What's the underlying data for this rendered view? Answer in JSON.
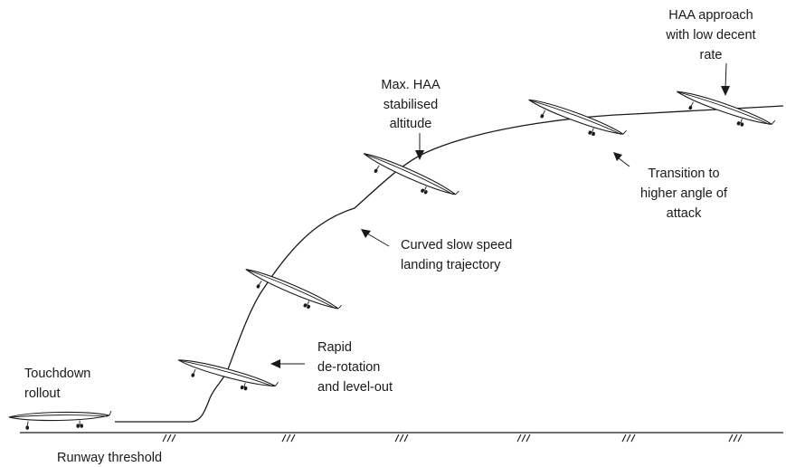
{
  "labels": {
    "haa_approach": [
      "HAA approach",
      "with low decent",
      "rate"
    ],
    "max_haa": [
      "Max. HAA",
      "stabilised",
      "altitude"
    ],
    "transition": [
      "Transition to",
      "higher angle of",
      "attack"
    ],
    "curved": [
      "Curved slow speed",
      "landing trajectory"
    ],
    "rapid": [
      "Rapid",
      "de-rotation",
      "and level-out"
    ],
    "touchdown": [
      "Touchdown",
      "rollout"
    ],
    "runway": [
      "Runway threshold"
    ]
  },
  "icons": {
    "aircraft": "aircraft-silhouette-icon",
    "arrow": "pointer-arrow-icon",
    "hatch": "ground-hatch-marks"
  },
  "colors": {
    "ink": "#1a1a1a",
    "background": "#ffffff"
  }
}
